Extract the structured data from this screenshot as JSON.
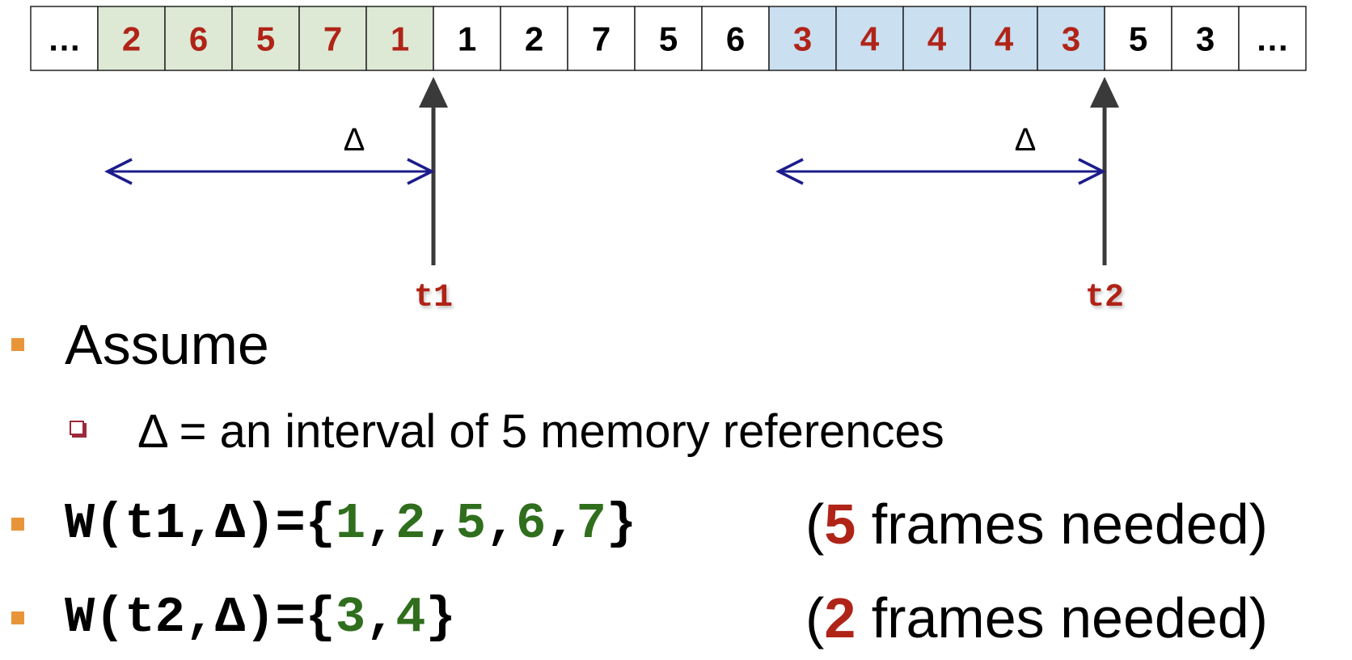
{
  "reference_string": {
    "cells": [
      {
        "text": "…",
        "group": "none"
      },
      {
        "text": "2",
        "group": "window1"
      },
      {
        "text": "6",
        "group": "window1"
      },
      {
        "text": "5",
        "group": "window1"
      },
      {
        "text": "7",
        "group": "window1"
      },
      {
        "text": "1",
        "group": "window1"
      },
      {
        "text": "1",
        "group": "none"
      },
      {
        "text": "2",
        "group": "none"
      },
      {
        "text": "7",
        "group": "none"
      },
      {
        "text": "5",
        "group": "none"
      },
      {
        "text": "6",
        "group": "none"
      },
      {
        "text": "3",
        "group": "window2"
      },
      {
        "text": "4",
        "group": "window2"
      },
      {
        "text": "4",
        "group": "window2"
      },
      {
        "text": "4",
        "group": "window2"
      },
      {
        "text": "3",
        "group": "window2"
      },
      {
        "text": "5",
        "group": "none"
      },
      {
        "text": "3",
        "group": "none"
      },
      {
        "text": "…",
        "group": "none"
      }
    ]
  },
  "markers": [
    {
      "label": "t1",
      "delta_symbol": "Δ",
      "window_end_index": 5
    },
    {
      "label": "t2",
      "delta_symbol": "Δ",
      "window_end_index": 15
    }
  ],
  "colors": {
    "window1_fill": "#dde9d5",
    "window2_fill": "#cadff0",
    "highlight_text": "#b02418",
    "green_text": "#2f6e1d",
    "arrow_blue": "#1c1c8c",
    "pointer_gray": "#3a3a3a",
    "bullet_orange": "#e8953a",
    "sub_bullet": "#9c2a3a"
  },
  "bullets": {
    "assume": "Assume",
    "assume_detail": "Δ = an interval of 5 memory references",
    "w1": {
      "prefix": "W(t1,Δ)={",
      "items": [
        "1",
        "2",
        "5",
        "6",
        "7"
      ],
      "suffix": "}",
      "paren_open": "(",
      "count": "5",
      "note": " frames needed)"
    },
    "w2": {
      "prefix": "W(t2,Δ)={",
      "items": [
        "3",
        "4"
      ],
      "suffix": "}",
      "paren_open": "(",
      "count": "2",
      "note": " frames needed)"
    }
  }
}
